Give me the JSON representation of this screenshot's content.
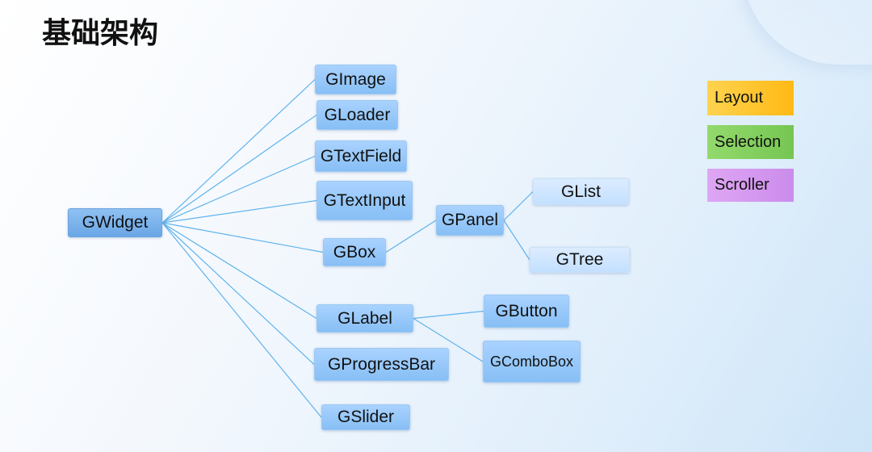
{
  "title": "基础架构",
  "nodes": {
    "gwidget": "GWidget",
    "gimage": "GImage",
    "gloader": "GLoader",
    "gtextfield": "GTextField",
    "gtextinput": "GTextInput",
    "gbox": "GBox",
    "glabel": "GLabel",
    "gprogressbar": "GProgressBar",
    "gslider": "GSlider",
    "gpanel": "GPanel",
    "glist": "GList",
    "gtree": "GTree",
    "gbutton": "GButton",
    "gcombobox": "GComboBox"
  },
  "edges": [
    [
      "gwidget",
      "gimage"
    ],
    [
      "gwidget",
      "gloader"
    ],
    [
      "gwidget",
      "gtextfield"
    ],
    [
      "gwidget",
      "gtextinput"
    ],
    [
      "gwidget",
      "gbox"
    ],
    [
      "gwidget",
      "glabel"
    ],
    [
      "gwidget",
      "gprogressbar"
    ],
    [
      "gwidget",
      "gslider"
    ],
    [
      "gbox",
      "gpanel"
    ],
    [
      "gpanel",
      "glist"
    ],
    [
      "gpanel",
      "gtree"
    ],
    [
      "glabel",
      "gbutton"
    ],
    [
      "glabel",
      "gcombobox"
    ]
  ],
  "legend": {
    "layout": "Layout",
    "selection": "Selection",
    "scroller": "Scroller"
  },
  "colors": {
    "node": "#9ccaf8",
    "node_root": "#7fb4ec",
    "node_light": "#cfe6ff",
    "edge": "#5fb3ee",
    "legend_layout": "#ffc533",
    "legend_selection": "#84cf5f",
    "legend_scroller": "#d69af0"
  }
}
